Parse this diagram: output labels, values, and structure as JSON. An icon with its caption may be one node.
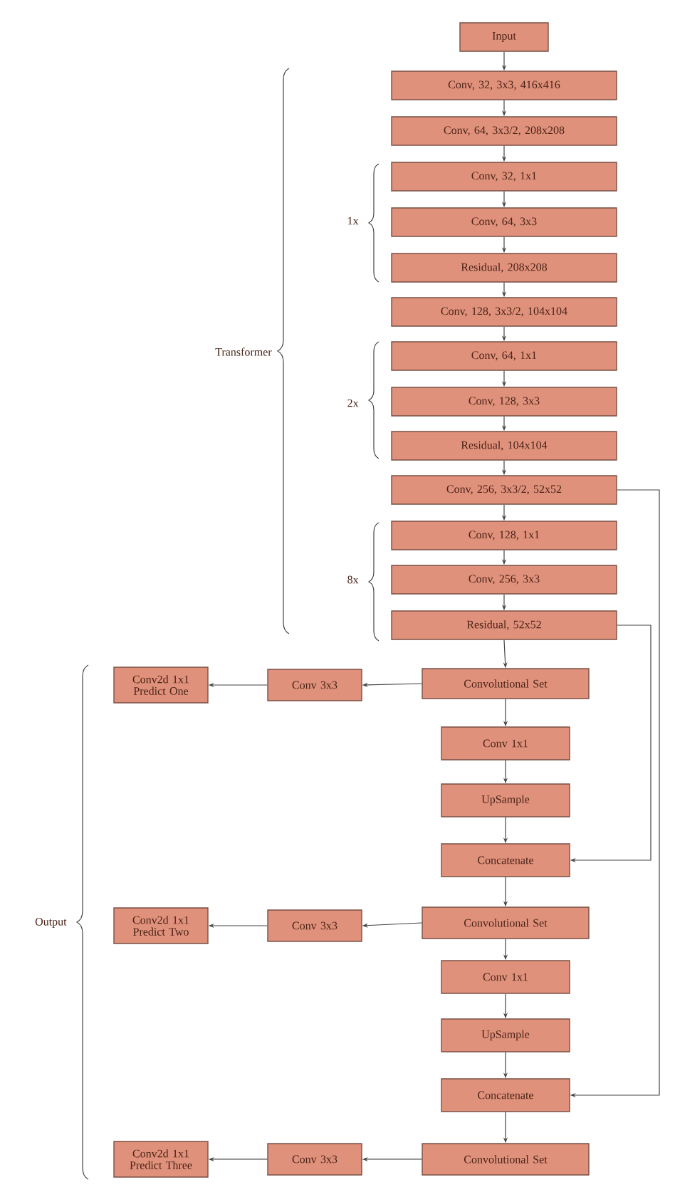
{
  "diagram": {
    "nodes": [
      {
        "text": [
          "Input"
        ]
      },
      {
        "text": [
          "Conv, 32, 3x3, 416x416"
        ]
      },
      {
        "text": [
          "Conv, 64, 3x3/2, 208x208"
        ]
      },
      {
        "text": [
          "Conv, 32, 1x1"
        ]
      },
      {
        "text": [
          "Conv, 64, 3x3"
        ]
      },
      {
        "text": [
          "Residual, 208x208"
        ]
      },
      {
        "text": [
          "Conv, 128, 3x3/2, 104x104"
        ]
      },
      {
        "text": [
          "Conv, 64, 1x1"
        ]
      },
      {
        "text": [
          "Conv, 128, 3x3"
        ]
      },
      {
        "text": [
          "Residual, 104x104"
        ]
      },
      {
        "text": [
          "Conv, 256, 3x3/2, 52x52"
        ]
      },
      {
        "text": [
          "Conv, 128, 1x1"
        ]
      },
      {
        "text": [
          "Conv, 256, 3x3"
        ]
      },
      {
        "text": [
          "Residual, 52x52"
        ]
      },
      {
        "text": [
          "Convolutional Set"
        ]
      },
      {
        "text": [
          "Conv 1x1"
        ]
      },
      {
        "text": [
          "UpSample"
        ]
      },
      {
        "text": [
          "Concatenate"
        ]
      },
      {
        "text": [
          "Convolutional Set"
        ]
      },
      {
        "text": [
          "Conv 1x1"
        ]
      },
      {
        "text": [
          "UpSample"
        ]
      },
      {
        "text": [
          "Concatenate"
        ]
      },
      {
        "text": [
          "Convolutional Set"
        ]
      },
      {
        "text": [
          "Conv 3x3"
        ]
      },
      {
        "text": [
          "Conv2d 1x1 Predict One"
        ]
      },
      {
        "text": [
          "Conv 3x3"
        ]
      },
      {
        "text": [
          "Conv2d 1x1 Predict Two"
        ]
      },
      {
        "text": [
          "Conv 3x3"
        ]
      },
      {
        "text": [
          "Conv2d 1x1 Predict Three"
        ]
      }
    ],
    "edges": [
      {
        "from": 0,
        "to": 1,
        "arrow": "to"
      },
      {
        "from": 1,
        "to": 2,
        "arrow": "to"
      },
      {
        "from": 2,
        "to": 3,
        "arrow": "to"
      },
      {
        "from": 3,
        "to": 4,
        "arrow": "to"
      },
      {
        "from": 4,
        "to": 5,
        "arrow": "to"
      },
      {
        "from": 5,
        "to": 6,
        "arrow": "to"
      },
      {
        "from": 6,
        "to": 7,
        "arrow": "to"
      },
      {
        "from": 7,
        "to": 8,
        "arrow": "to"
      },
      {
        "from": 8,
        "to": 9,
        "arrow": "to"
      },
      {
        "from": 9,
        "to": 10,
        "arrow": "to"
      },
      {
        "from": 10,
        "to": 11,
        "arrow": "to"
      },
      {
        "from": 11,
        "to": 12,
        "arrow": "to"
      },
      {
        "from": 12,
        "to": 13,
        "arrow": "to"
      },
      {
        "from": 13,
        "to": 14,
        "arrow": "to"
      },
      {
        "from": 14,
        "to": 15,
        "arrow": "to"
      },
      {
        "from": 15,
        "to": 16,
        "arrow": "to"
      },
      {
        "from": 16,
        "to": 17,
        "arrow": "to"
      },
      {
        "from": 17,
        "to": 18,
        "arrow": "to"
      },
      {
        "from": 18,
        "to": 19,
        "arrow": "to"
      },
      {
        "from": 19,
        "to": 20,
        "arrow": "to"
      },
      {
        "from": 20,
        "to": 21,
        "arrow": "to"
      },
      {
        "from": 21,
        "to": 22,
        "arrow": "to"
      },
      {
        "from": 14,
        "to": 23,
        "arrow": "to"
      },
      {
        "from": 23,
        "to": 24,
        "arrow": "to"
      },
      {
        "from": 18,
        "to": 25,
        "arrow": "to"
      },
      {
        "from": 25,
        "to": 26,
        "arrow": "to"
      },
      {
        "from": 22,
        "to": 27,
        "arrow": "to"
      },
      {
        "from": 27,
        "to": 28,
        "arrow": "to"
      },
      {
        "from": 10,
        "to": 21,
        "arrow": "to"
      },
      {
        "from": 13,
        "to": 17,
        "arrow": "to"
      }
    ],
    "labels": [
      "Transformer",
      "1x",
      "2x",
      "8x",
      "Output"
    ]
  }
}
